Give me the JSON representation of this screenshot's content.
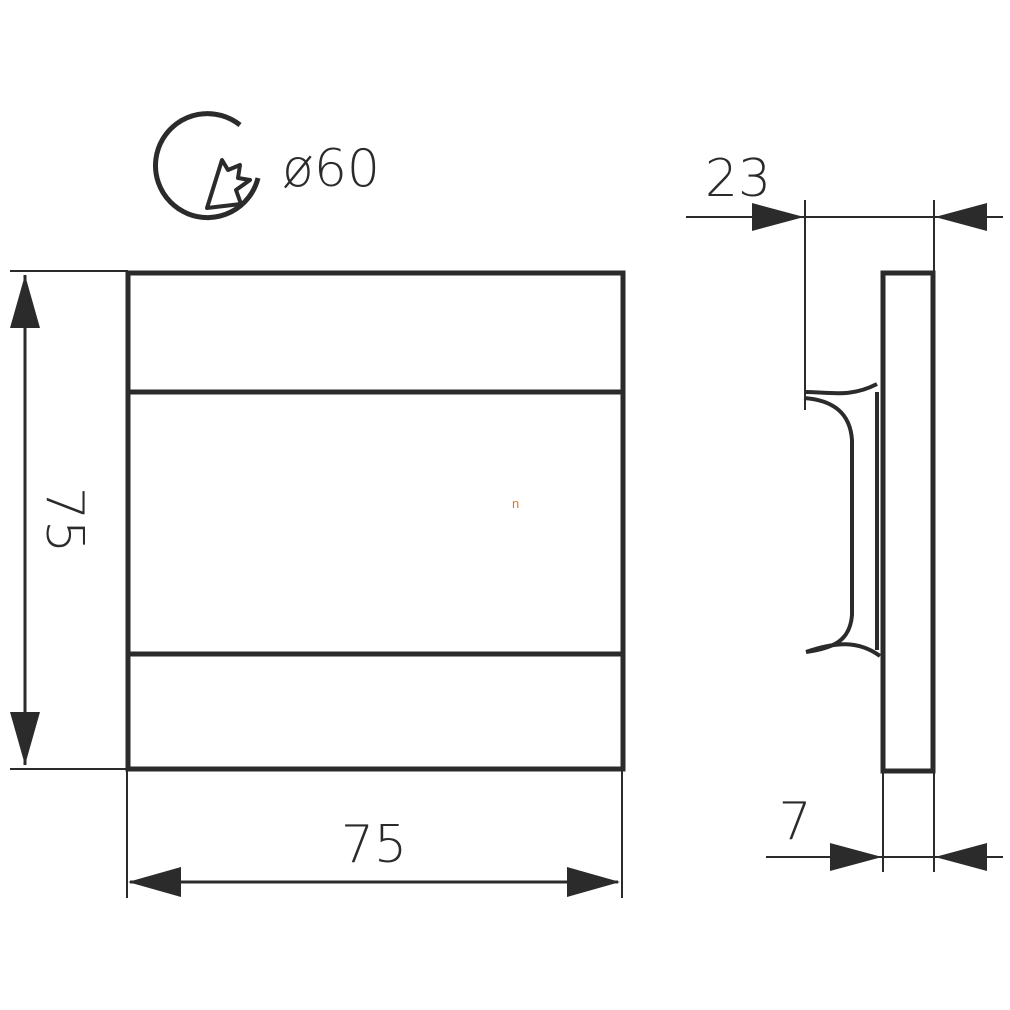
{
  "hole": {
    "label": "ø60",
    "icon": "drill-hole-icon"
  },
  "front_view": {
    "height_label": "75",
    "width_label": "75"
  },
  "side_view": {
    "depth_label": "23",
    "plate_label": "7"
  },
  "watermark": {
    "text": "n"
  },
  "colors": {
    "line": "#2b2b2b",
    "background": "#ffffff",
    "watermark": "#e07a1a"
  }
}
